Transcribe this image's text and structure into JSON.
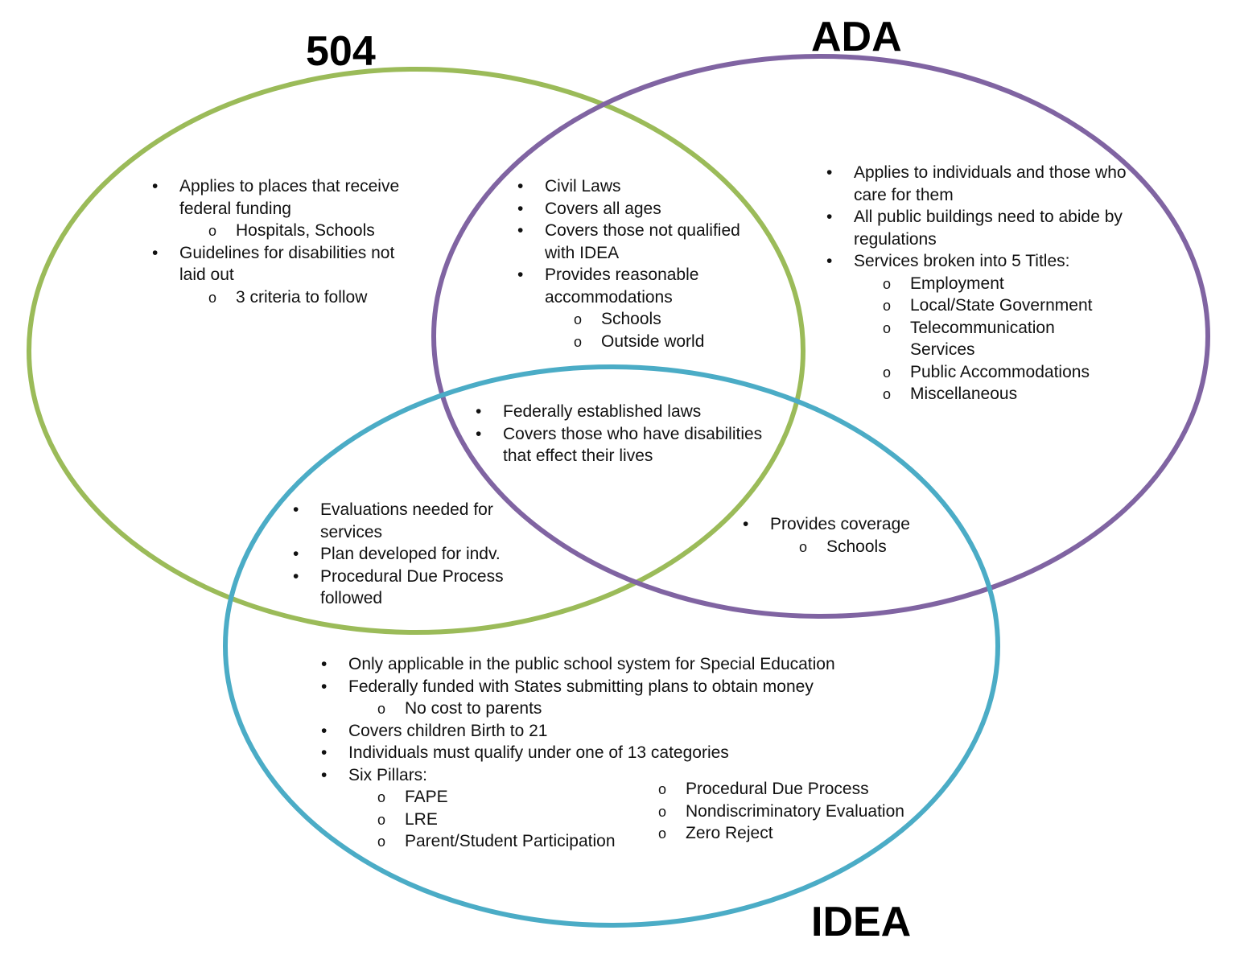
{
  "circle_colors": {
    "504": "#9bbb59",
    "ADA": "#8064a2",
    "IDEA": "#4bacc6"
  },
  "titles": {
    "s504": "504",
    "ada": "ADA",
    "idea": "IDEA"
  },
  "regions": {
    "only_504": [
      {
        "text": "Applies to places that receive federal funding",
        "sub": [
          "Hospitals, Schools"
        ]
      },
      {
        "text": "Guidelines for disabilities not laid out",
        "sub": [
          "3 criteria to follow"
        ]
      }
    ],
    "s504_ada": [
      {
        "text": "Civil Laws"
      },
      {
        "text": "Covers all ages"
      },
      {
        "text": "Covers those not qualified with IDEA"
      },
      {
        "text": "Provides reasonable accommodations",
        "sub": [
          "Schools",
          "Outside world"
        ]
      }
    ],
    "only_ada": [
      {
        "text": "Applies to individuals and those who care for them"
      },
      {
        "text": "All public buildings need to abide by regulations"
      },
      {
        "text": "Services broken into 5 Titles:",
        "sub": [
          "Employment",
          "Local/State Government",
          "Telecommunication Services",
          "Public Accommodations",
          "Miscellaneous"
        ]
      }
    ],
    "all_three": [
      {
        "text": "Federally established laws"
      },
      {
        "text": "Covers those who have disabilities that effect their lives"
      }
    ],
    "s504_idea": [
      {
        "text": "Evaluations needed for services"
      },
      {
        "text": "Plan developed for indv."
      },
      {
        "text": "Procedural Due Process followed"
      }
    ],
    "ada_idea": [
      {
        "text": "Provides coverage",
        "sub": [
          "Schools"
        ]
      }
    ],
    "only_idea": [
      {
        "text": "Only applicable in the public school system for Special Education"
      },
      {
        "text": "Federally funded with States submitting plans to obtain money",
        "sub": [
          "No cost to parents"
        ]
      },
      {
        "text": "Covers children Birth to 21"
      },
      {
        "text": "Individuals must qualify under one of 13 categories"
      },
      {
        "text": "Six Pillars:",
        "sub": [
          "FAPE",
          "LRE",
          "Parent/Student Participation"
        ]
      }
    ],
    "idea_pillars_col2": [
      "Procedural Due Process",
      "Nondiscriminatory Evaluation",
      "Zero Reject"
    ]
  }
}
